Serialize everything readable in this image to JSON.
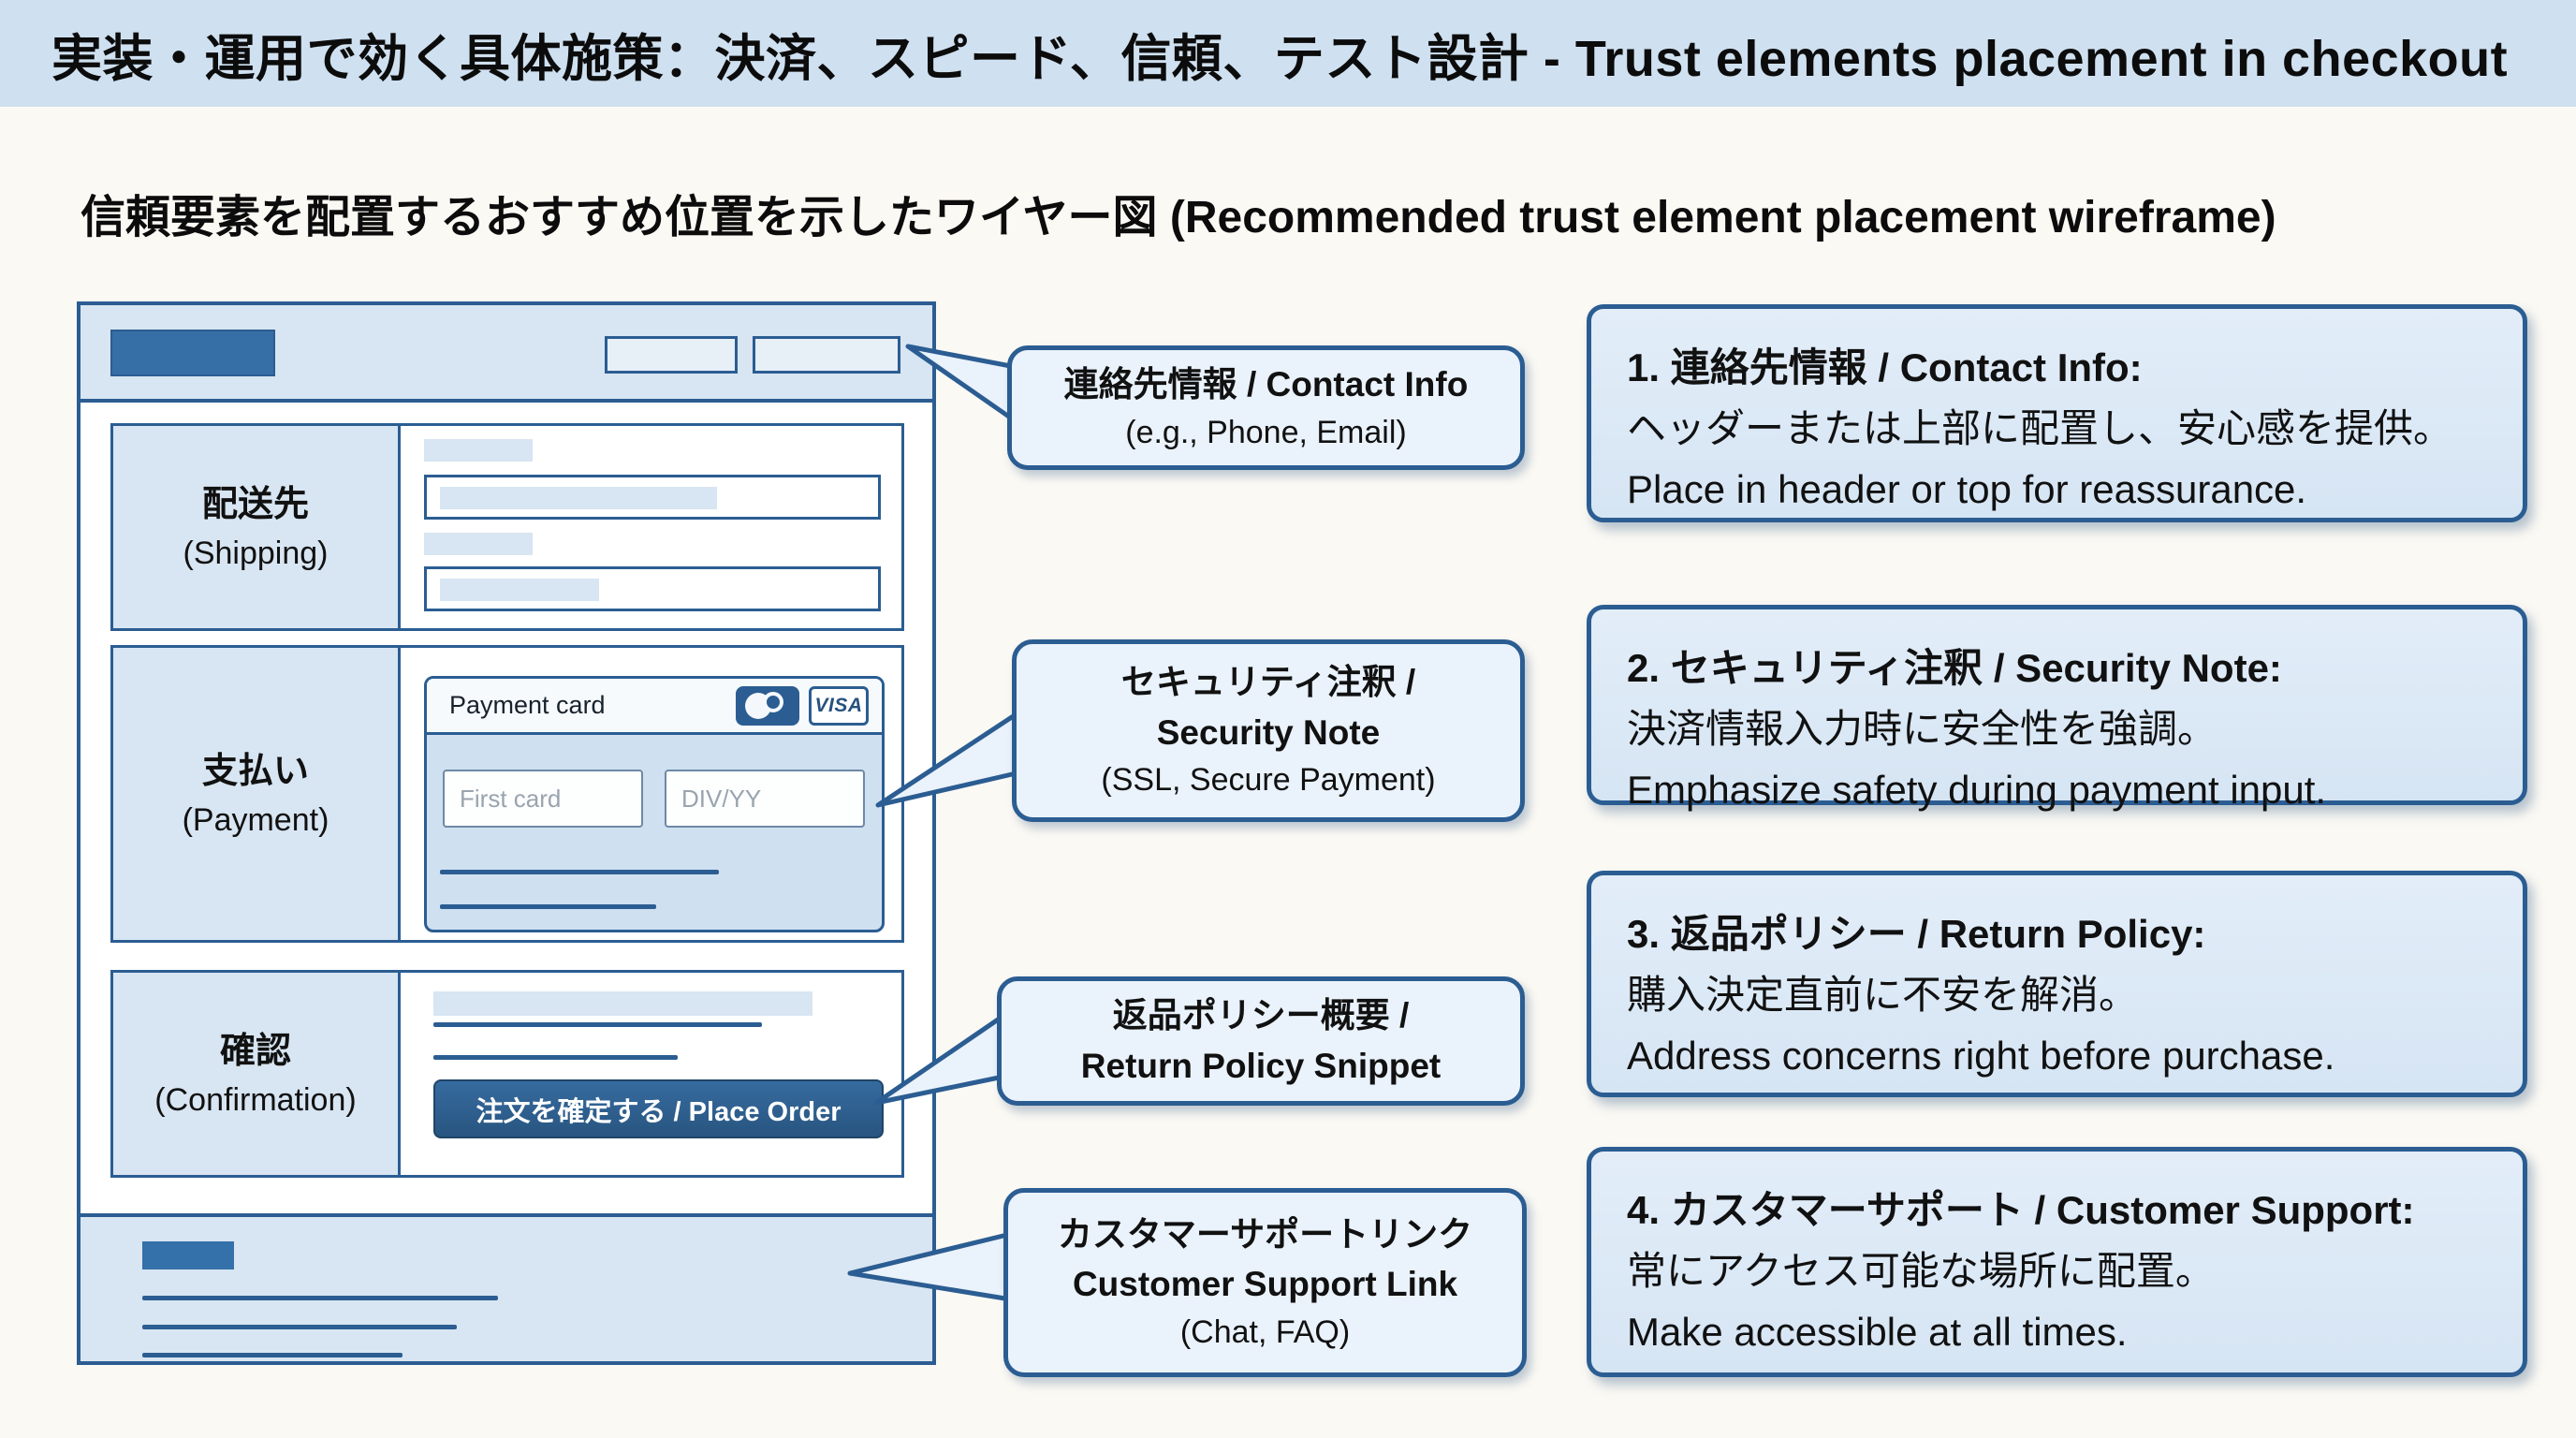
{
  "title_bar": {
    "title": "実装・運用で効く具体施策：決済、スピード、信頼、テスト設計 - Trust elements placement in checkout"
  },
  "subtitle": "信頼要素を配置するおすすめ位置を示したワイヤー図 (Recommended trust element placement wireframe)",
  "wireframe": {
    "sections": {
      "shipping": {
        "ja": "配送先",
        "en": "(Shipping)"
      },
      "payment": {
        "ja": "支払い",
        "en": "(Payment)"
      },
      "confirmation": {
        "ja": "確認",
        "en": "(Confirmation)"
      }
    },
    "payment_card": {
      "label": "Payment card",
      "visa": "VISA",
      "mastercard_icon": "mastercard-icon",
      "card_number_placeholder": "First card",
      "expiry_placeholder": "DIV/YY"
    },
    "place_order": "注文を確定する / Place Order"
  },
  "callouts": [
    {
      "line1": "連絡先情報 / Contact Info",
      "line2": "(e.g., Phone, Email)"
    },
    {
      "line1": "セキュリティ注釈 /",
      "line2": "Security Note",
      "line3": "(SSL, Secure Payment)"
    },
    {
      "line1": "返品ポリシー概要 /",
      "line2": "Return Policy Snippet"
    },
    {
      "line1": "カスタマーサポートリンク",
      "line2": "Customer Support Link",
      "line3": "(Chat, FAQ)"
    }
  ],
  "notes": [
    {
      "heading": "1. 連絡先情報 / Contact Info:",
      "ja": "ヘッダーまたは上部に配置し、安心感を提供。",
      "en": "Place in header or top for reassurance."
    },
    {
      "heading": "2. セキュリティ注釈 / Security Note:",
      "ja": "決済情報入力時に安全性を強調。",
      "en": "Emphasize safety during payment input."
    },
    {
      "heading": "3. 返品ポリシー / Return Policy:",
      "ja": "購入決定直前に不安を解消。",
      "en": "Address concerns right before purchase."
    },
    {
      "heading": "4. カスタマーサポート / Customer Support:",
      "ja": "常にアクセス可能な場所に配置。",
      "en": "Make accessible at all times."
    }
  ],
  "colors": {
    "accent_border": "#2b5d92",
    "title_bar_bg": "#cfe0f0",
    "panel_bg": "#dce9f6",
    "bubble_bg": "#eaf2fb",
    "cell_bg": "#d8e5f2",
    "button_bg": "#2e6195",
    "logo_bg": "#366ea6",
    "page_bg": "#fbf9f4"
  }
}
